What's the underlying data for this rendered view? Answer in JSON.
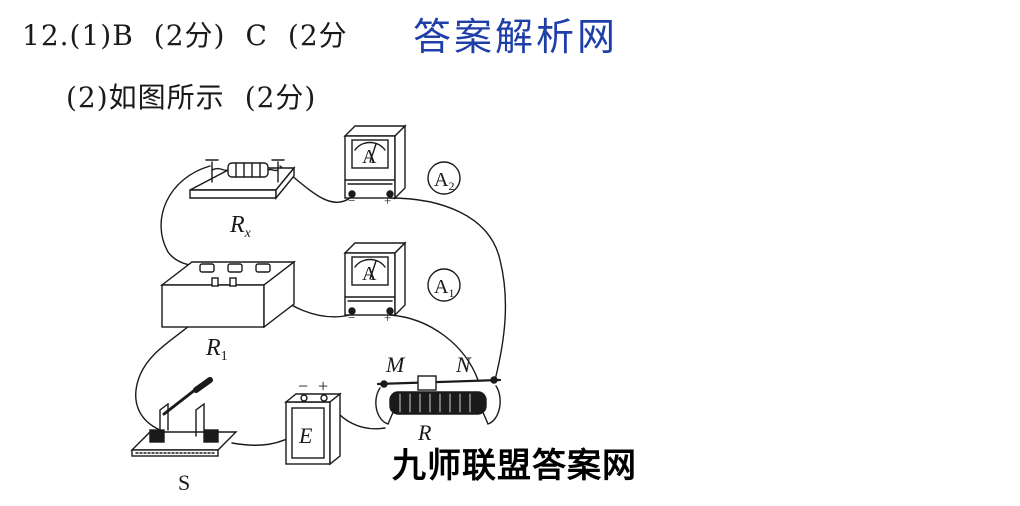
{
  "answer": {
    "q_number": "12.",
    "p1_label": "(1)",
    "p1_choice1": "B",
    "p1_score1": "(2分)",
    "p1_choice2": "C",
    "p1_score2": "(2分",
    "p2_label": "(2)",
    "p2_text": "如图所示",
    "p2_score": "(2分)"
  },
  "watermarks": {
    "top": "答案解析网",
    "bottom": "九师联盟答案网"
  },
  "diagram": {
    "rx_label": "R",
    "rx_sub": "x",
    "r1_label": "R",
    "r1_sub": "1",
    "a2_letter": "A",
    "a2_sub": "2",
    "a1_letter": "A",
    "a1_sub": "1",
    "meter_symbol": "A",
    "m_label": "M",
    "n_label": "N",
    "r_label": "R",
    "e_label": "E",
    "s_label": "S",
    "minus_sign": "−",
    "plus_sign": "+"
  }
}
